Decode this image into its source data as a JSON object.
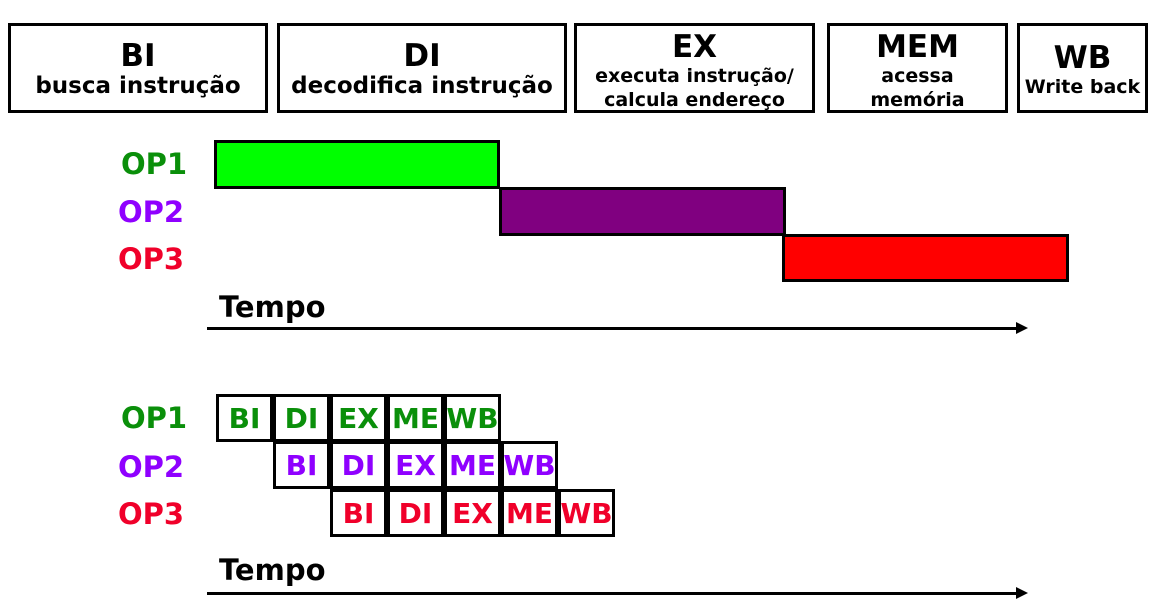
{
  "stages": [
    {
      "abbr": "BI",
      "desc": [
        "busca instrução"
      ]
    },
    {
      "abbr": "DI",
      "desc": [
        "decodifica instrução"
      ]
    },
    {
      "abbr": "EX",
      "desc": [
        "executa instrução/",
        "calcula endereço"
      ]
    },
    {
      "abbr": "MEM",
      "desc": [
        "acessa",
        "memória"
      ]
    },
    {
      "abbr": "WB",
      "desc": [
        "Write back"
      ]
    }
  ],
  "operations": [
    {
      "label": "OP1",
      "color": "#0a8f0a",
      "bar_color": "#00ff00"
    },
    {
      "label": "OP2",
      "color": "#8f00ff",
      "bar_color": "#800080"
    },
    {
      "label": "OP3",
      "color": "#f0002a",
      "bar_color": "#ff0000"
    }
  ],
  "sequential": {
    "time_label": "Tempo"
  },
  "pipelined": {
    "time_label": "Tempo",
    "cells": [
      "BI",
      "DI",
      "EX",
      "ME",
      "WB"
    ]
  }
}
